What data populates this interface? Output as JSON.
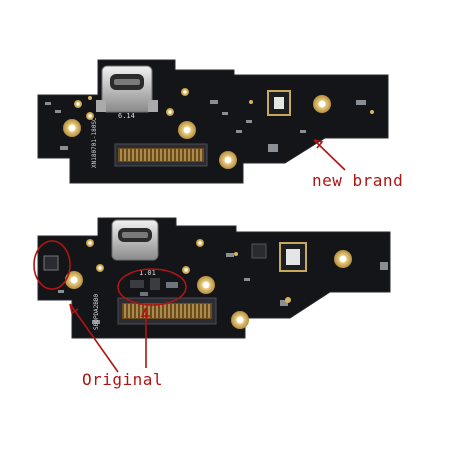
{
  "image": {
    "subject": "charging port flex boards",
    "board_color": "#141518",
    "annotation_color": "#b01414"
  },
  "annotations": {
    "new_brand_label": "new brand",
    "original_label": "Original"
  },
  "board_markings": {
    "top_board_code": "XN180701-180SC",
    "top_board_mark": "6.14",
    "bottom_board_code": "SBOPDA2BB0",
    "bottom_board_mark": "1.01"
  }
}
